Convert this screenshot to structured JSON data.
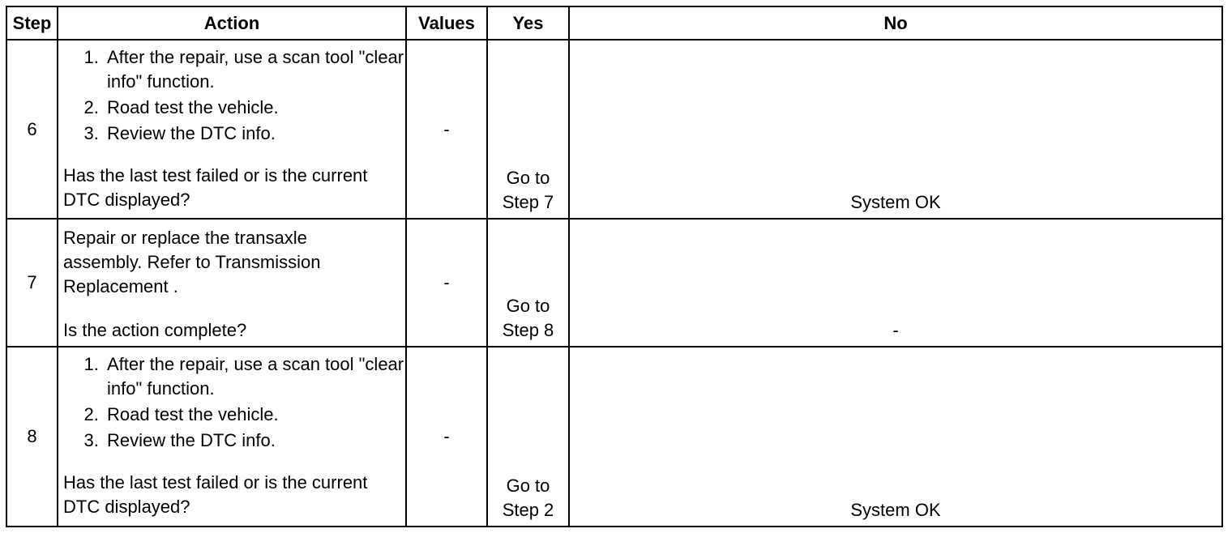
{
  "headers": {
    "step": "Step",
    "action": "Action",
    "values": "Values",
    "yes": "Yes",
    "no": "No"
  },
  "rows": [
    {
      "step": "6",
      "items": [
        "After the repair, use a scan tool \"clear info\" function.",
        "Road test the vehicle.",
        "Review the DTC info."
      ],
      "question": "Has the last test failed or is the current DTC displayed?",
      "values": "-",
      "yes": "Go to Step 7",
      "no": "System OK"
    },
    {
      "step": "7",
      "paragraph": "Repair or replace the transaxle assembly. Refer to Transmission Replacement .",
      "question": "Is the action complete?",
      "values": "-",
      "yes": "Go to Step 8",
      "no": "-"
    },
    {
      "step": "8",
      "items": [
        "After the repair, use a scan tool \"clear info\" function.",
        "Road test the vehicle.",
        "Review the DTC info."
      ],
      "question": "Has the last test failed or is the current DTC displayed?",
      "values": "-",
      "yes": "Go to Step 2",
      "no": "System OK"
    }
  ]
}
